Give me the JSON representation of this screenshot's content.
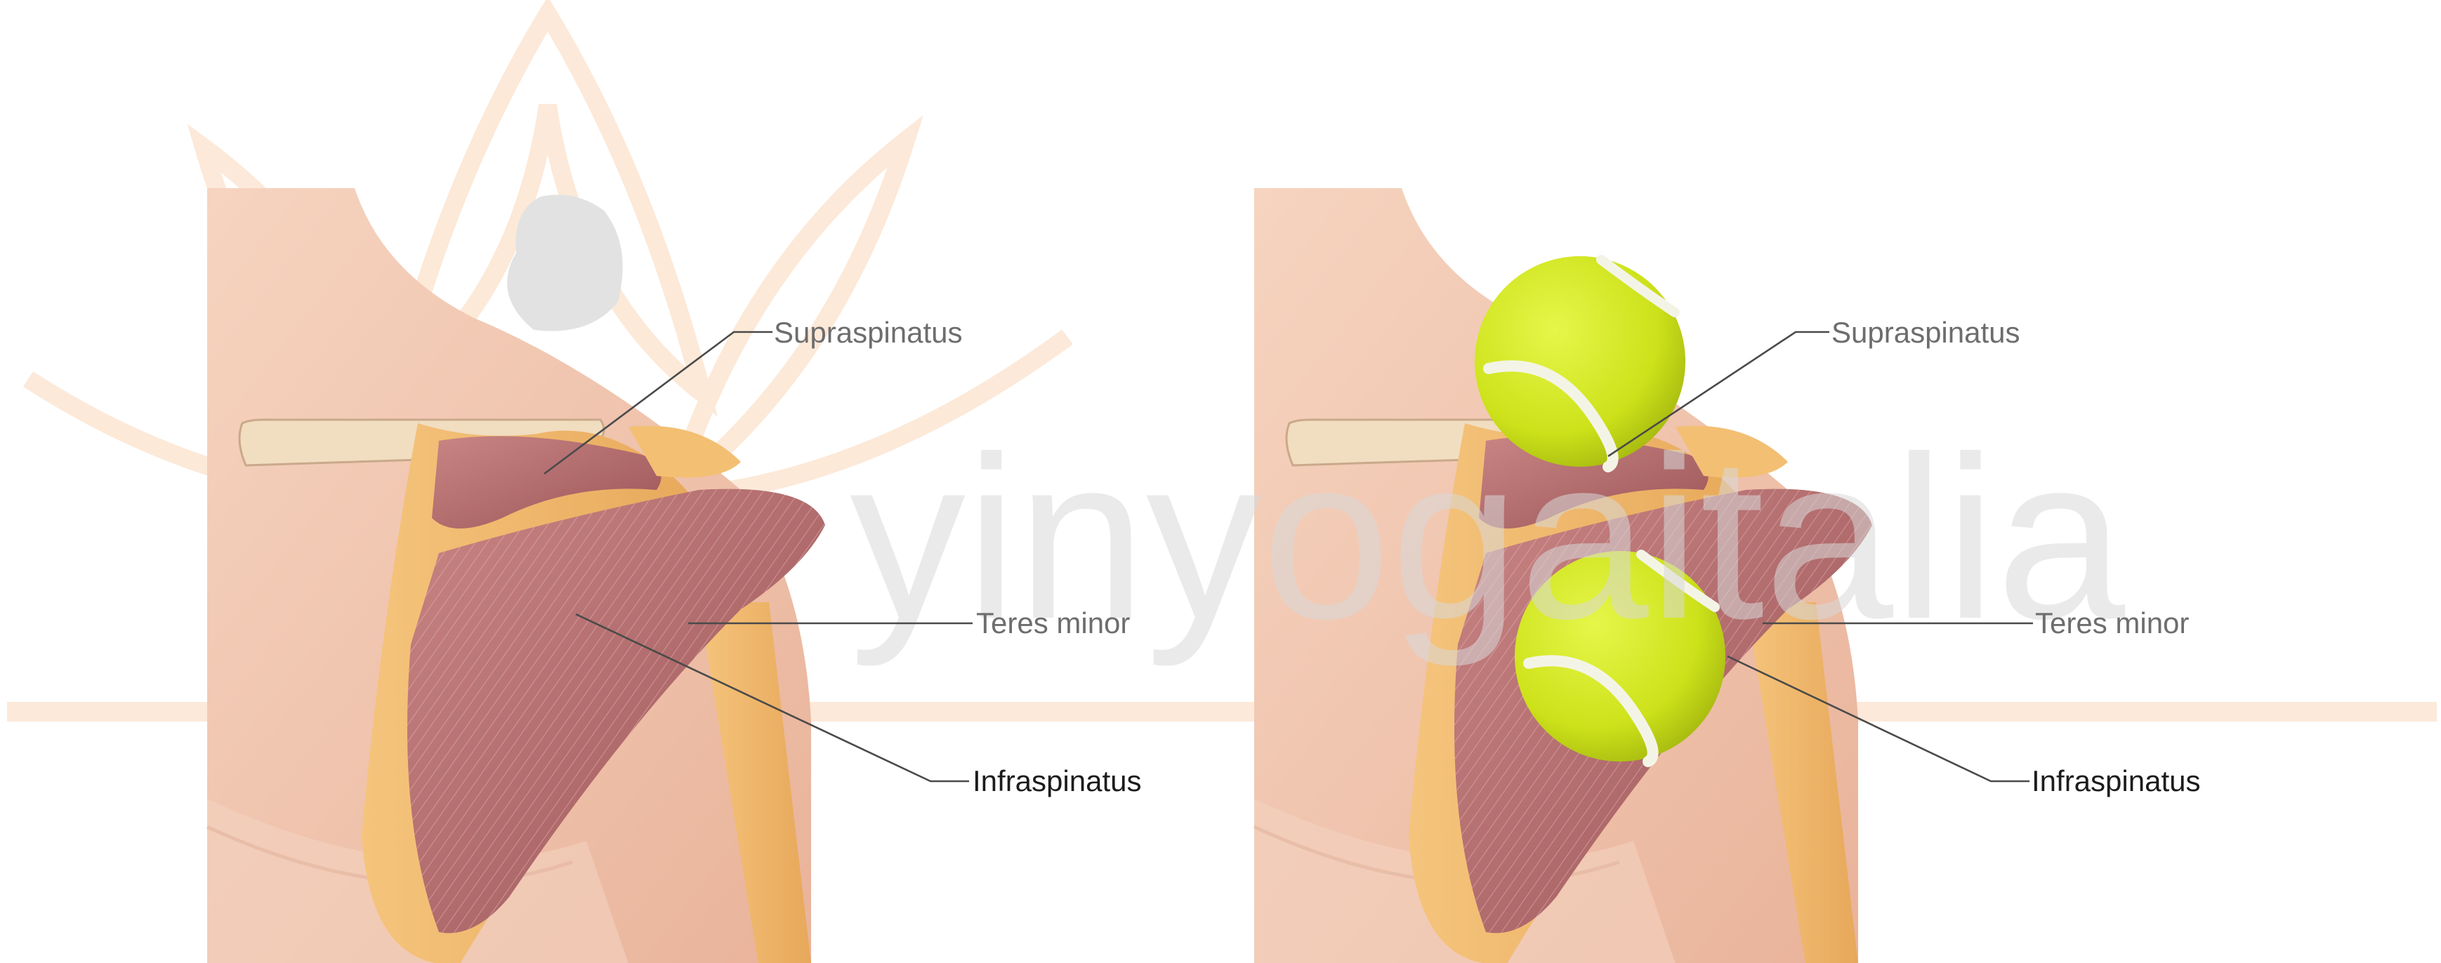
{
  "panels": [
    {
      "id": "left",
      "labels": {
        "supraspinatus": "Supraspinatus",
        "teres_minor": "Teres minor",
        "infraspinatus": "Infraspinatus"
      },
      "tennis_balls": 0
    },
    {
      "id": "right",
      "labels": {
        "supraspinatus": "Supraspinatus",
        "teres_minor": "Teres minor",
        "infraspinatus": "Infraspinatus"
      },
      "tennis_balls": 2
    }
  ],
  "watermark": {
    "text": "yinyogaitalia"
  },
  "colors": {
    "skin": "#f0c2a8",
    "skin_light": "#f7d9c7",
    "bone": "#f0b869",
    "muscle": "#b46d6d",
    "muscle_dark": "#8f4a4c",
    "tennis_ball": "#d4ec1c",
    "watermark_orange": "#f6b27a",
    "watermark_grey": "#d3d3d3"
  }
}
